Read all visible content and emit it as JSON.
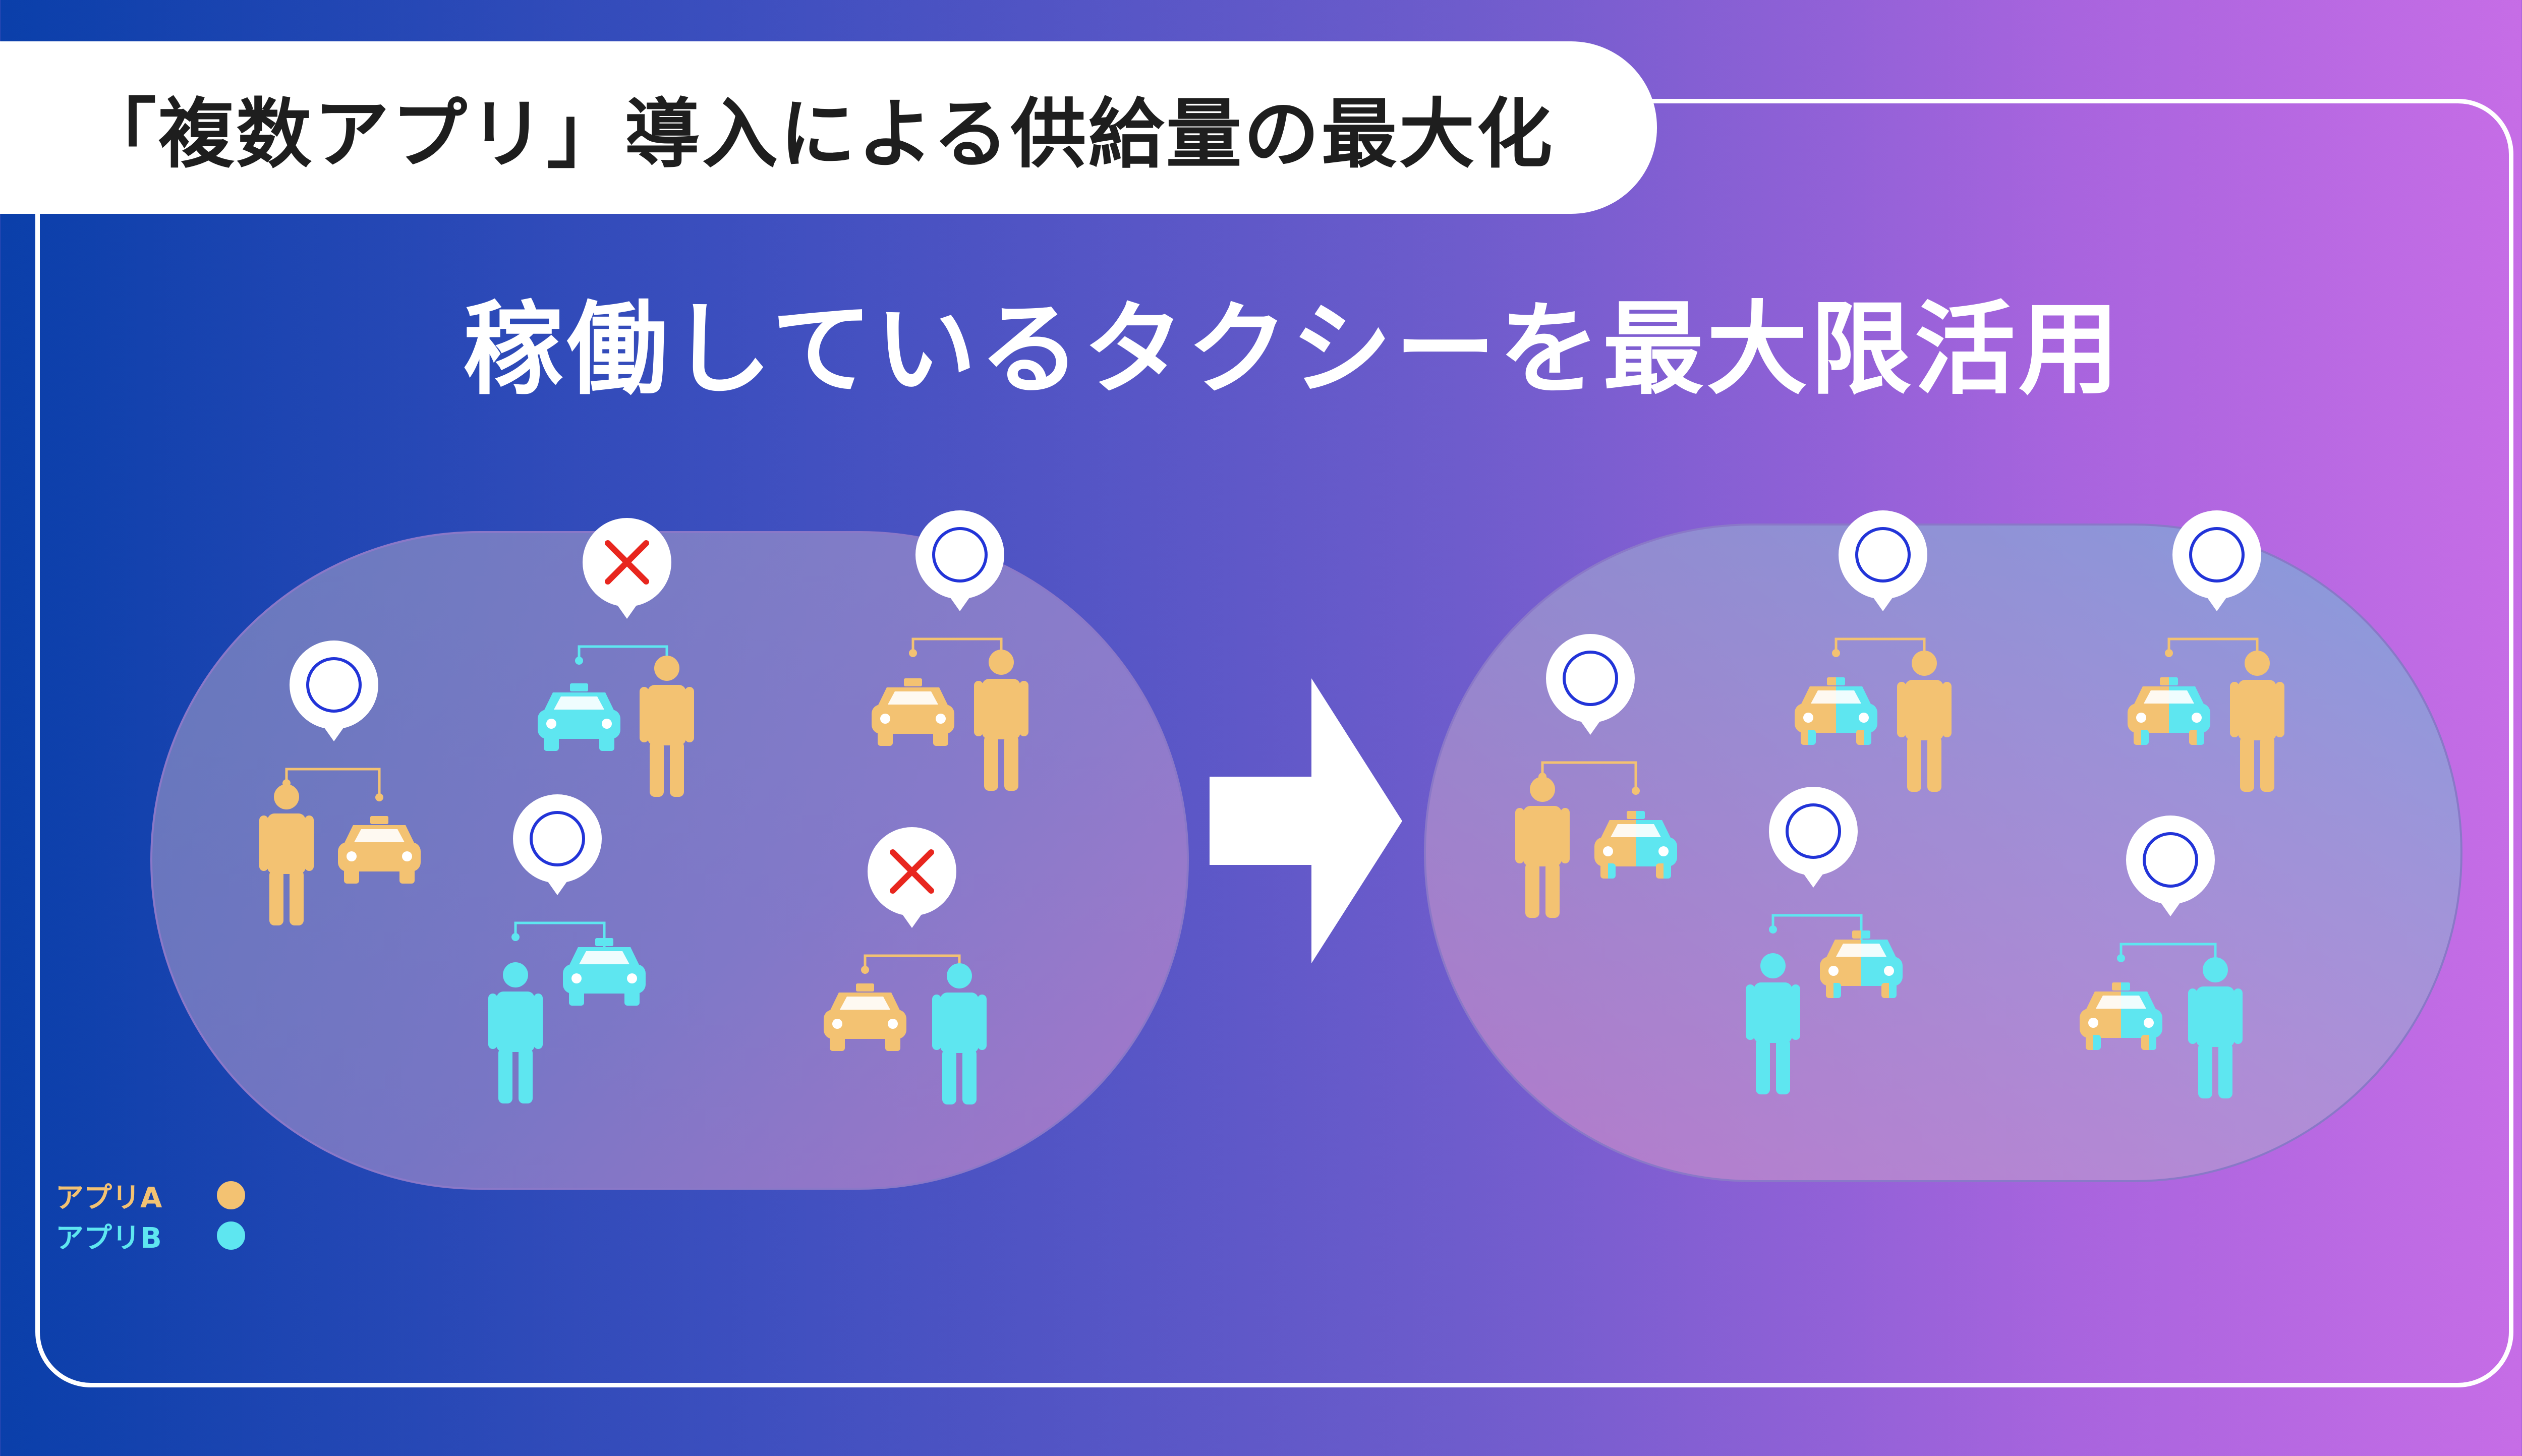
{
  "title": "「複数アプリ」導入による供給量の最大化",
  "headline": "稼働しているタクシーを最大限活用",
  "colors": {
    "app_a": "#f3c272",
    "app_b": "#5ee6f0",
    "match_ok": "#2234d8",
    "match_ng": "#e8261e"
  },
  "legend": [
    {
      "label": "アプリA",
      "color": "#f3c272"
    },
    {
      "label": "アプリB",
      "color": "#5ee6f0"
    }
  ],
  "before": {
    "pairs": [
      {
        "status": "ok",
        "passenger_app": "A",
        "taxi_apps": [
          "A"
        ]
      },
      {
        "status": "ng",
        "passenger_app": "A",
        "taxi_apps": [
          "B"
        ]
      },
      {
        "status": "ok",
        "passenger_app": "A",
        "taxi_apps": [
          "A"
        ]
      },
      {
        "status": "ok",
        "passenger_app": "B",
        "taxi_apps": [
          "B"
        ]
      },
      {
        "status": "ng",
        "passenger_app": "B",
        "taxi_apps": [
          "A"
        ]
      }
    ]
  },
  "after": {
    "pairs": [
      {
        "status": "ok",
        "passenger_app": "A",
        "taxi_apps": [
          "A",
          "B"
        ]
      },
      {
        "status": "ok",
        "passenger_app": "A",
        "taxi_apps": [
          "A",
          "B"
        ]
      },
      {
        "status": "ok",
        "passenger_app": "A",
        "taxi_apps": [
          "A",
          "B"
        ]
      },
      {
        "status": "ok",
        "passenger_app": "B",
        "taxi_apps": [
          "A",
          "B"
        ]
      },
      {
        "status": "ok",
        "passenger_app": "B",
        "taxi_apps": [
          "A",
          "B"
        ]
      }
    ]
  }
}
